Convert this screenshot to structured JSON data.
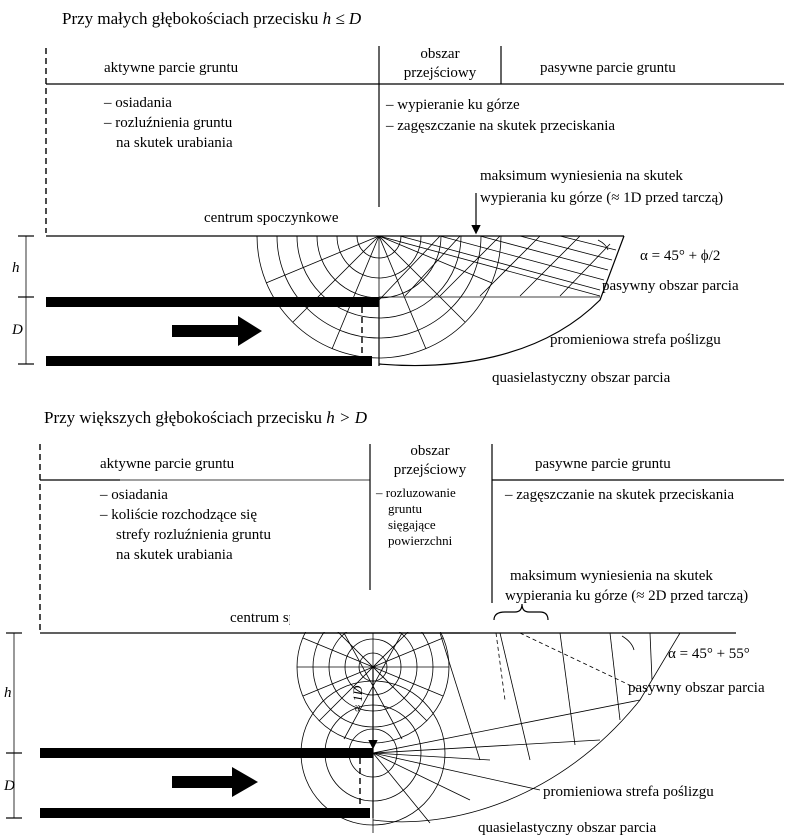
{
  "top": {
    "heading_prefix": "Przy małych głębokościach przecisku ",
    "heading_cond": "h ≤ D",
    "col_active": "aktywne parcie gruntu",
    "col_transition": [
      "obszar",
      "przejściowy"
    ],
    "col_passive": "pasywne parcie gruntu",
    "active_notes": [
      "– osiadania",
      "– rozluźnienia gruntu",
      "na skutek urabiania"
    ],
    "transition_notes": [
      "– wypieranie ku górze",
      "– zagęszczanie na skutek przeciskania"
    ],
    "max_note": [
      "maksimum wyniesienia na skutek",
      "wypierania ku górze (≈ 1D przed tarczą)"
    ],
    "center_label": "centrum spoczynkowe",
    "angle_label": "α = 45° + ϕ/2",
    "passive_zone": "pasywny obszar parcia",
    "radial_zone": "promieniowa strefa poślizgu",
    "quasi_zone": "quasielastyczny obszar parcia",
    "dim_h": "h",
    "dim_D": "D"
  },
  "bottom": {
    "heading_prefix": "Przy większych głębokościach przecisku ",
    "heading_cond": "h > D",
    "col_active": "aktywne parcie gruntu",
    "col_transition": [
      "obszar",
      "przejściowy"
    ],
    "col_passive": "pasywne parcie gruntu",
    "active_notes": [
      "– osiadania",
      "– koliście rozchodzące się",
      "strefy rozluźnienia gruntu",
      "na skutek urabiania"
    ],
    "transition_notes": [
      "– rozluzowanie",
      "gruntu",
      "sięgające",
      "powierzchni"
    ],
    "passive_notes": [
      "– zagęszczanie na skutek przeciskania"
    ],
    "max_note": [
      "maksimum wyniesienia na skutek",
      "wypierania ku górze (≈ 2D przed tarczą)"
    ],
    "center_label": "centrum spoczynkowe",
    "angle_label": "α = 45° + 55°",
    "passive_zone": "pasywny obszar parcia",
    "radial_zone": "promieniowa strefa poślizgu",
    "quasi_zone": "quasielastyczny obszar parcia",
    "dim_h": "h",
    "dim_D": "D",
    "dim_1D": "≈ 1D"
  }
}
